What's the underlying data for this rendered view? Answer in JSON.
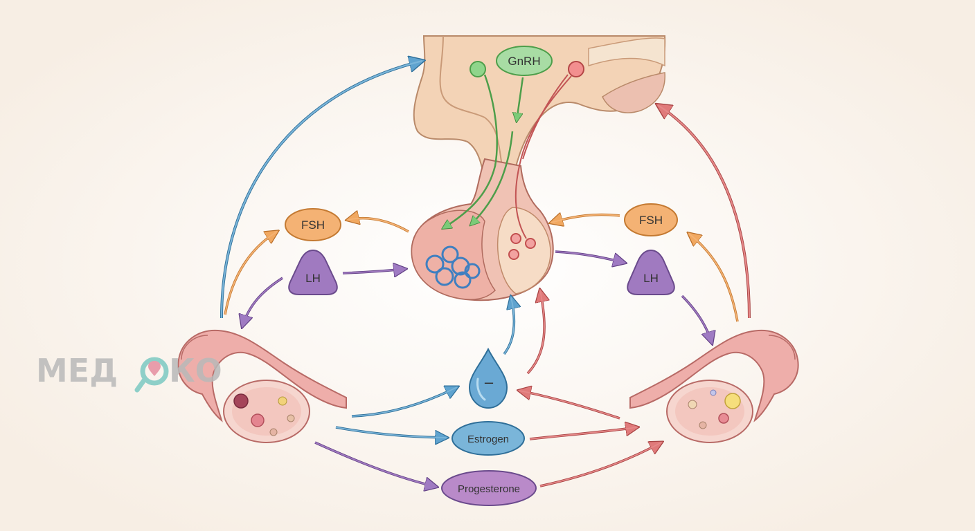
{
  "watermark": {
    "prefix": "МЕД",
    "suffix": "КО"
  },
  "labels": {
    "gnrh": "GnRH",
    "fsh_left": "FSH",
    "fsh_right": "FSH",
    "lh_left": "LH",
    "lh_right": "LH",
    "feedback_sign": "–",
    "estrogen": "Estrogen",
    "progesterone": "Progesterone"
  },
  "colors": {
    "background": "#fbf5ee",
    "gnrh": "#9fd49b",
    "fsh": "#f2ad6a",
    "lh": "#a07ac0",
    "estrogen": "#7ab5d9",
    "progesterone": "#b98ac9",
    "arrow_blue": "#5fa3cf",
    "arrow_red": "#d46a6a",
    "arrow_orange": "#ee9b4e",
    "arrow_purple": "#9670bb",
    "arrow_green": "#6cbf6a",
    "watermark": "#b9b9b9",
    "watermark_accent": "#7cc9c2"
  },
  "icons": [
    "hypothalamus-icon",
    "pituitary-icon",
    "ovary-left-icon",
    "ovary-right-icon",
    "droplet-icon",
    "location-pin-icon"
  ]
}
